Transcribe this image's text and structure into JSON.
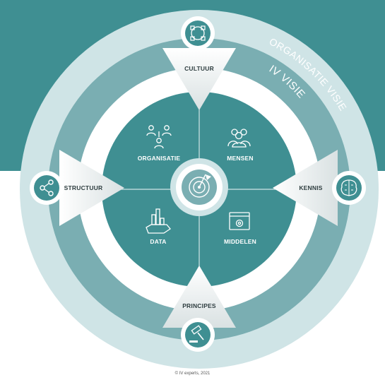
{
  "outer_ring": {
    "text": "ORGANISATIE VISIE"
  },
  "middle_ring": {
    "text": "IV VISIE"
  },
  "arrows": {
    "top": {
      "label": "CULTUUR",
      "icon": "handshake-cycle-icon"
    },
    "left": {
      "label": "STRUCTUUR",
      "icon": "share-network-icon"
    },
    "right": {
      "label": "KENNIS",
      "icon": "brain-circuit-icon"
    },
    "bottom": {
      "label": "PRINCIPES",
      "icon": "gavel-icon"
    }
  },
  "quadrants": {
    "top_left": {
      "label": "ORGANISATIE",
      "icon": "org-chart-people-icon"
    },
    "top_right": {
      "label": "MENSEN",
      "icon": "group-people-icon"
    },
    "bottom_left": {
      "label": "DATA",
      "icon": "data-bars-hand-icon"
    },
    "bottom_right": {
      "label": "MIDDELEN",
      "icon": "browser-gear-icon"
    }
  },
  "center": {
    "icon": "target-flag-icon"
  },
  "copyright": "© IV experts, 2021",
  "colors": {
    "teal_dark": "#3f8f92",
    "ring_outer": "#cfe4e6",
    "ring_middle": "#73a9ad",
    "ring_white": "#ffffff",
    "core": "#3f8f92",
    "arrow_fill": "#e9edee"
  }
}
